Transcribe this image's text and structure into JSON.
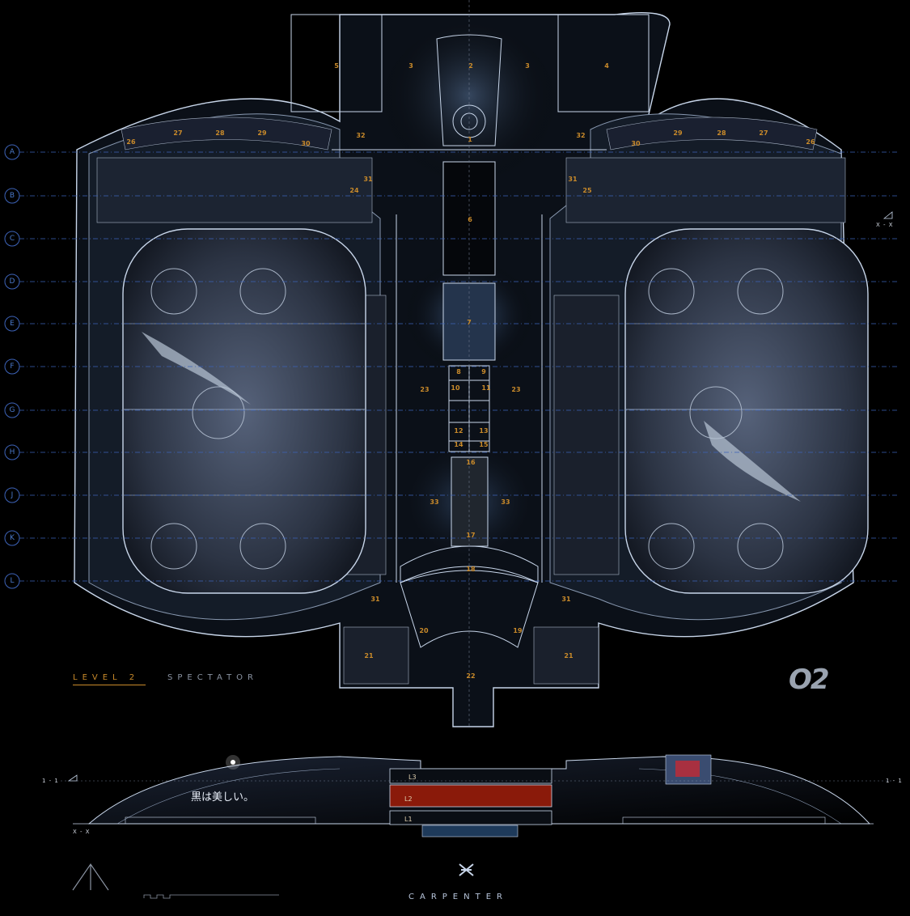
{
  "labels": {
    "level": "LEVEL 2",
    "view": "SPECTATOR",
    "logo": "O2",
    "japanese_text": "黒は美しい。",
    "brand": "CARPENTER",
    "section_left": "1 - 1",
    "section_right": "1 - 1",
    "section_xx_top": "X - X",
    "section_xx_bottom": "X - X"
  },
  "grid_rows": [
    "A",
    "B",
    "C",
    "D",
    "E",
    "F",
    "G",
    "H",
    "J",
    "K",
    "L"
  ],
  "levels": [
    "L3",
    "L2",
    "L1"
  ],
  "rooms": [
    {
      "n": "5"
    },
    {
      "n": "3"
    },
    {
      "n": "2"
    },
    {
      "n": "3"
    },
    {
      "n": "4"
    },
    {
      "n": "32"
    },
    {
      "n": "1"
    },
    {
      "n": "32"
    },
    {
      "n": "26"
    },
    {
      "n": "27"
    },
    {
      "n": "28"
    },
    {
      "n": "29"
    },
    {
      "n": "30"
    },
    {
      "n": "30"
    },
    {
      "n": "29"
    },
    {
      "n": "28"
    },
    {
      "n": "27"
    },
    {
      "n": "26"
    },
    {
      "n": "31"
    },
    {
      "n": "31"
    },
    {
      "n": "24"
    },
    {
      "n": "25"
    },
    {
      "n": "6"
    },
    {
      "n": "7"
    },
    {
      "n": "8"
    },
    {
      "n": "9"
    },
    {
      "n": "10"
    },
    {
      "n": "11"
    },
    {
      "n": "23"
    },
    {
      "n": "23"
    },
    {
      "n": "12"
    },
    {
      "n": "13"
    },
    {
      "n": "14"
    },
    {
      "n": "15"
    },
    {
      "n": "16"
    },
    {
      "n": "33"
    },
    {
      "n": "33"
    },
    {
      "n": "17"
    },
    {
      "n": "18"
    },
    {
      "n": "31"
    },
    {
      "n": "31"
    },
    {
      "n": "20"
    },
    {
      "n": "19"
    },
    {
      "n": "21"
    },
    {
      "n": "21"
    },
    {
      "n": "22"
    }
  ],
  "colors": {
    "background": "#000000",
    "line": "#c8d6ea",
    "accent": "#c98a2a",
    "grid": "#3d63b8",
    "level2_band": "#8a1a0a"
  }
}
